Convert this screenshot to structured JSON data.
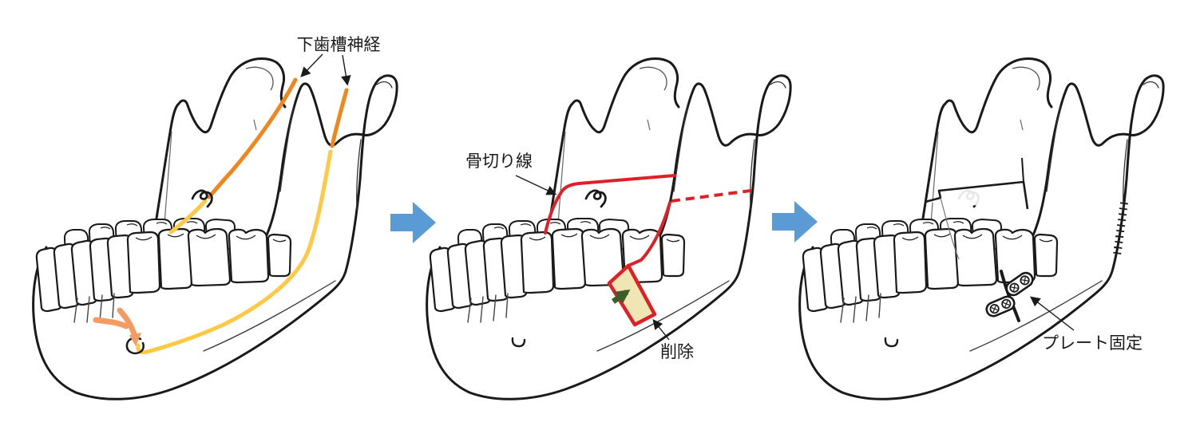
{
  "figure": {
    "panels": [
      {
        "name": "inferior-alveolar-nerve",
        "label_nerve": "下歯槽神経"
      },
      {
        "name": "osteotomy",
        "label_cut_line": "骨切り線",
        "label_removal": "削除"
      },
      {
        "name": "plate-fixation",
        "label_plate": "プレート固定"
      }
    ],
    "colors": {
      "outline": "#1a1a1a",
      "nerve_orange": "#F0861C",
      "nerve_yellow": "#FFC845",
      "exit_arrow_orange": "#F49B63",
      "osteotomy_red": "#DE2127",
      "removal_fill": "#EFE5B5",
      "removal_arrow_green": "#3E5C25",
      "flow_arrow_blue": "#5B9BD5",
      "label_text": "#1a1a1a"
    }
  }
}
